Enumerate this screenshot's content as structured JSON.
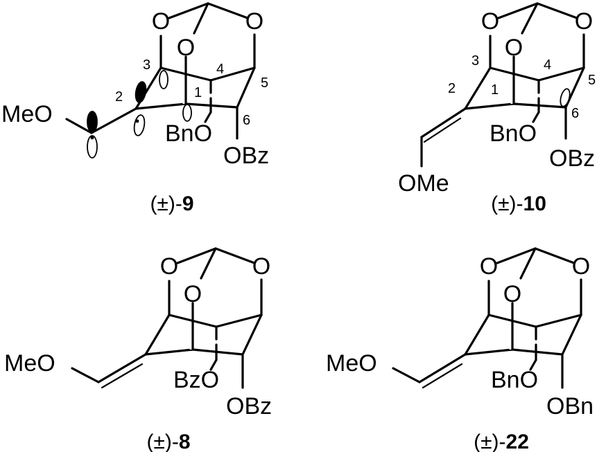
{
  "atoms": {
    "O": "O",
    "MeO": "MeO",
    "OMe": "OMe",
    "BnO": "BnO",
    "BzO": "BzO",
    "OBz": "OBz",
    "OBn": "OBn"
  },
  "positions": [
    "1",
    "2",
    "3",
    "4",
    "5",
    "6"
  ],
  "compounds": [
    {
      "prefix": "(±)-",
      "number": "9"
    },
    {
      "prefix": "(±)-",
      "number": "10"
    },
    {
      "prefix": "(±)-",
      "number": "8"
    },
    {
      "prefix": "(±)-",
      "number": "22"
    }
  ]
}
